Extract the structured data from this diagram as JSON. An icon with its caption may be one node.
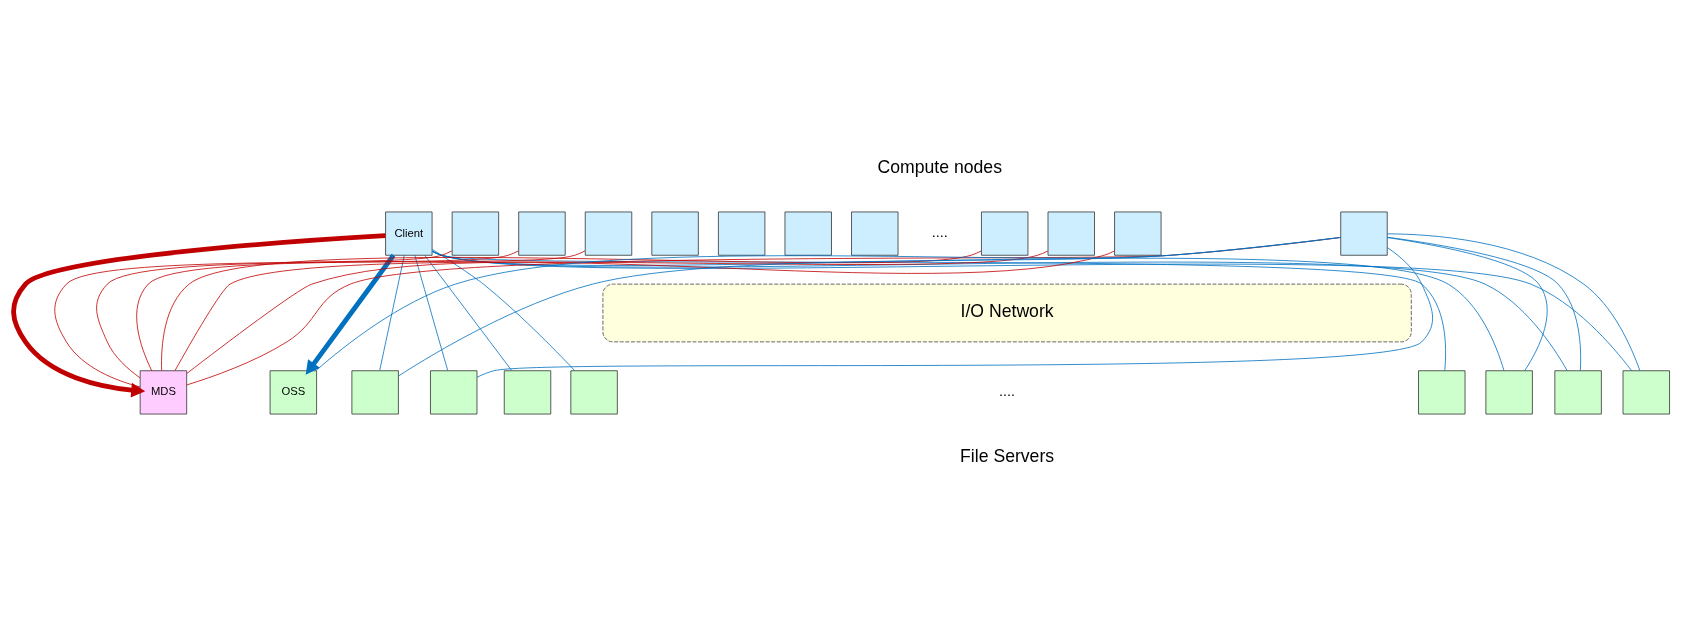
{
  "diagram": {
    "nodes": [
      {
        "text": [
          "Client"
        ]
      },
      {
        "text": [],
        "shape": "box"
      },
      {
        "text": [],
        "shape": "box"
      },
      {
        "text": [],
        "shape": "box"
      },
      {
        "text": [],
        "shape": "box"
      },
      {
        "text": [],
        "shape": "box"
      },
      {
        "text": [],
        "shape": "box"
      },
      {
        "text": [],
        "shape": "box"
      },
      {
        "text": [],
        "shape": "box"
      },
      {
        "text": [],
        "shape": "box"
      },
      {
        "text": [],
        "shape": "box"
      },
      {
        "text": [],
        "shape": "box"
      },
      {
        "text": [
          "I/O Network"
        ]
      },
      {
        "text": [
          "MDS"
        ]
      },
      {
        "text": [
          "OSS"
        ]
      },
      {
        "text": [],
        "shape": "box"
      },
      {
        "text": [],
        "shape": "box"
      },
      {
        "text": [],
        "shape": "box"
      },
      {
        "text": [],
        "shape": "box"
      },
      {
        "text": [],
        "shape": "box"
      },
      {
        "text": [],
        "shape": "box"
      },
      {
        "text": [],
        "shape": "box"
      },
      {
        "text": [],
        "shape": "box"
      }
    ],
    "edges": [
      {
        "from": 0,
        "to": 13,
        "arrow": "to",
        "style": "thick",
        "color": "#c00000"
      },
      {
        "from": 0,
        "to": 14,
        "arrow": "to",
        "style": "thick"
      },
      {
        "from": 0,
        "to": 15,
        "arrow": "none"
      },
      {
        "from": 0,
        "to": 16,
        "arrow": "none"
      },
      {
        "from": 0,
        "to": 17,
        "arrow": "none"
      },
      {
        "from": 0,
        "to": 18,
        "arrow": "none"
      },
      {
        "from": 0,
        "to": 19,
        "arrow": "none"
      },
      {
        "from": 0,
        "to": 20,
        "arrow": "none"
      },
      {
        "from": 0,
        "to": 21,
        "arrow": "none"
      },
      {
        "from": 0,
        "to": 22,
        "arrow": "none"
      },
      {
        "from": 1,
        "to": 13,
        "arrow": "none",
        "color": "#c00000"
      },
      {
        "from": 2,
        "to": 13,
        "arrow": "none",
        "color": "#c00000"
      },
      {
        "from": 3,
        "to": 13,
        "arrow": "none",
        "color": "#c00000"
      },
      {
        "from": 8,
        "to": 13,
        "arrow": "none",
        "color": "#c00000"
      },
      {
        "from": 9,
        "to": 13,
        "arrow": "none",
        "color": "#c00000"
      },
      {
        "from": 10,
        "to": 13,
        "arrow": "none",
        "color": "#c00000"
      },
      {
        "from": 11,
        "to": 13,
        "arrow": "none",
        "color": "#c00000"
      },
      {
        "from": 11,
        "to": 14,
        "arrow": "none"
      },
      {
        "from": 11,
        "to": 15,
        "arrow": "none"
      },
      {
        "from": 11,
        "to": 16,
        "arrow": "none"
      },
      {
        "from": 11,
        "to": 20,
        "arrow": "none"
      },
      {
        "from": 11,
        "to": 21,
        "arrow": "none"
      },
      {
        "from": 11,
        "to": 22,
        "arrow": "none"
      }
    ],
    "labels": [
      "Compute nodes",
      "....",
      "....",
      "File Servers"
    ]
  }
}
